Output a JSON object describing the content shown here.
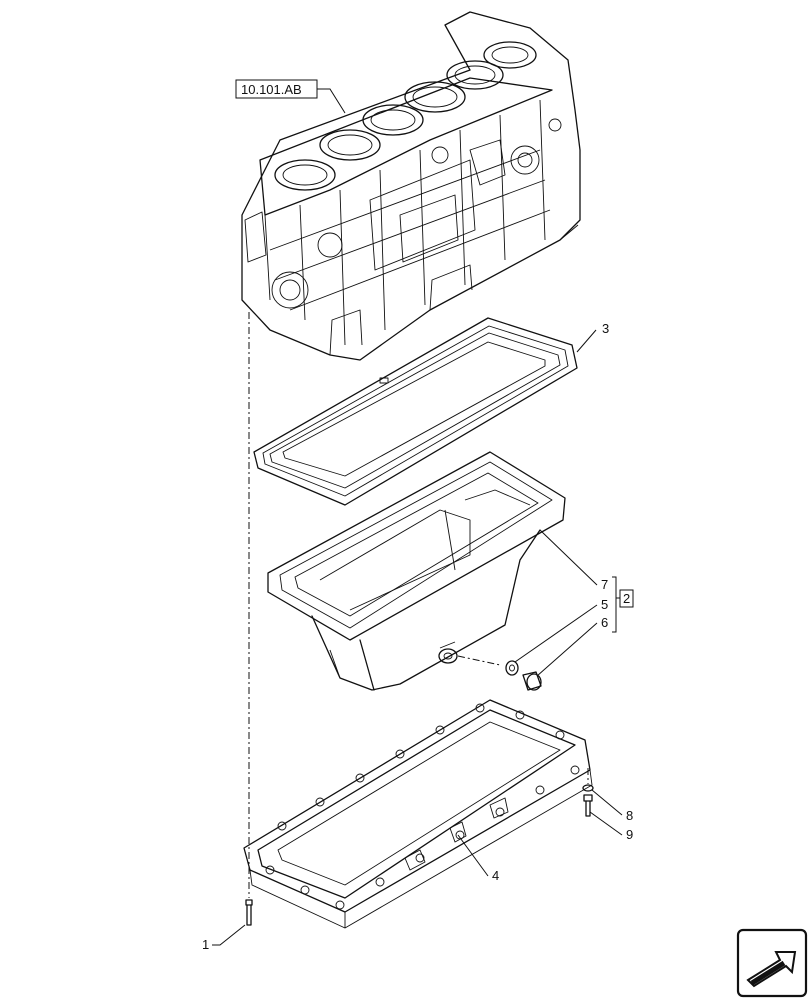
{
  "reference": {
    "label": "10.101.AB"
  },
  "group_label": "2",
  "callouts": {
    "c1": "1",
    "c3": "3",
    "c4": "4",
    "c5": "5",
    "c6": "6",
    "c7": "7",
    "c8": "8",
    "c9": "9"
  },
  "nav_icon": "next-page-arrow-icon"
}
